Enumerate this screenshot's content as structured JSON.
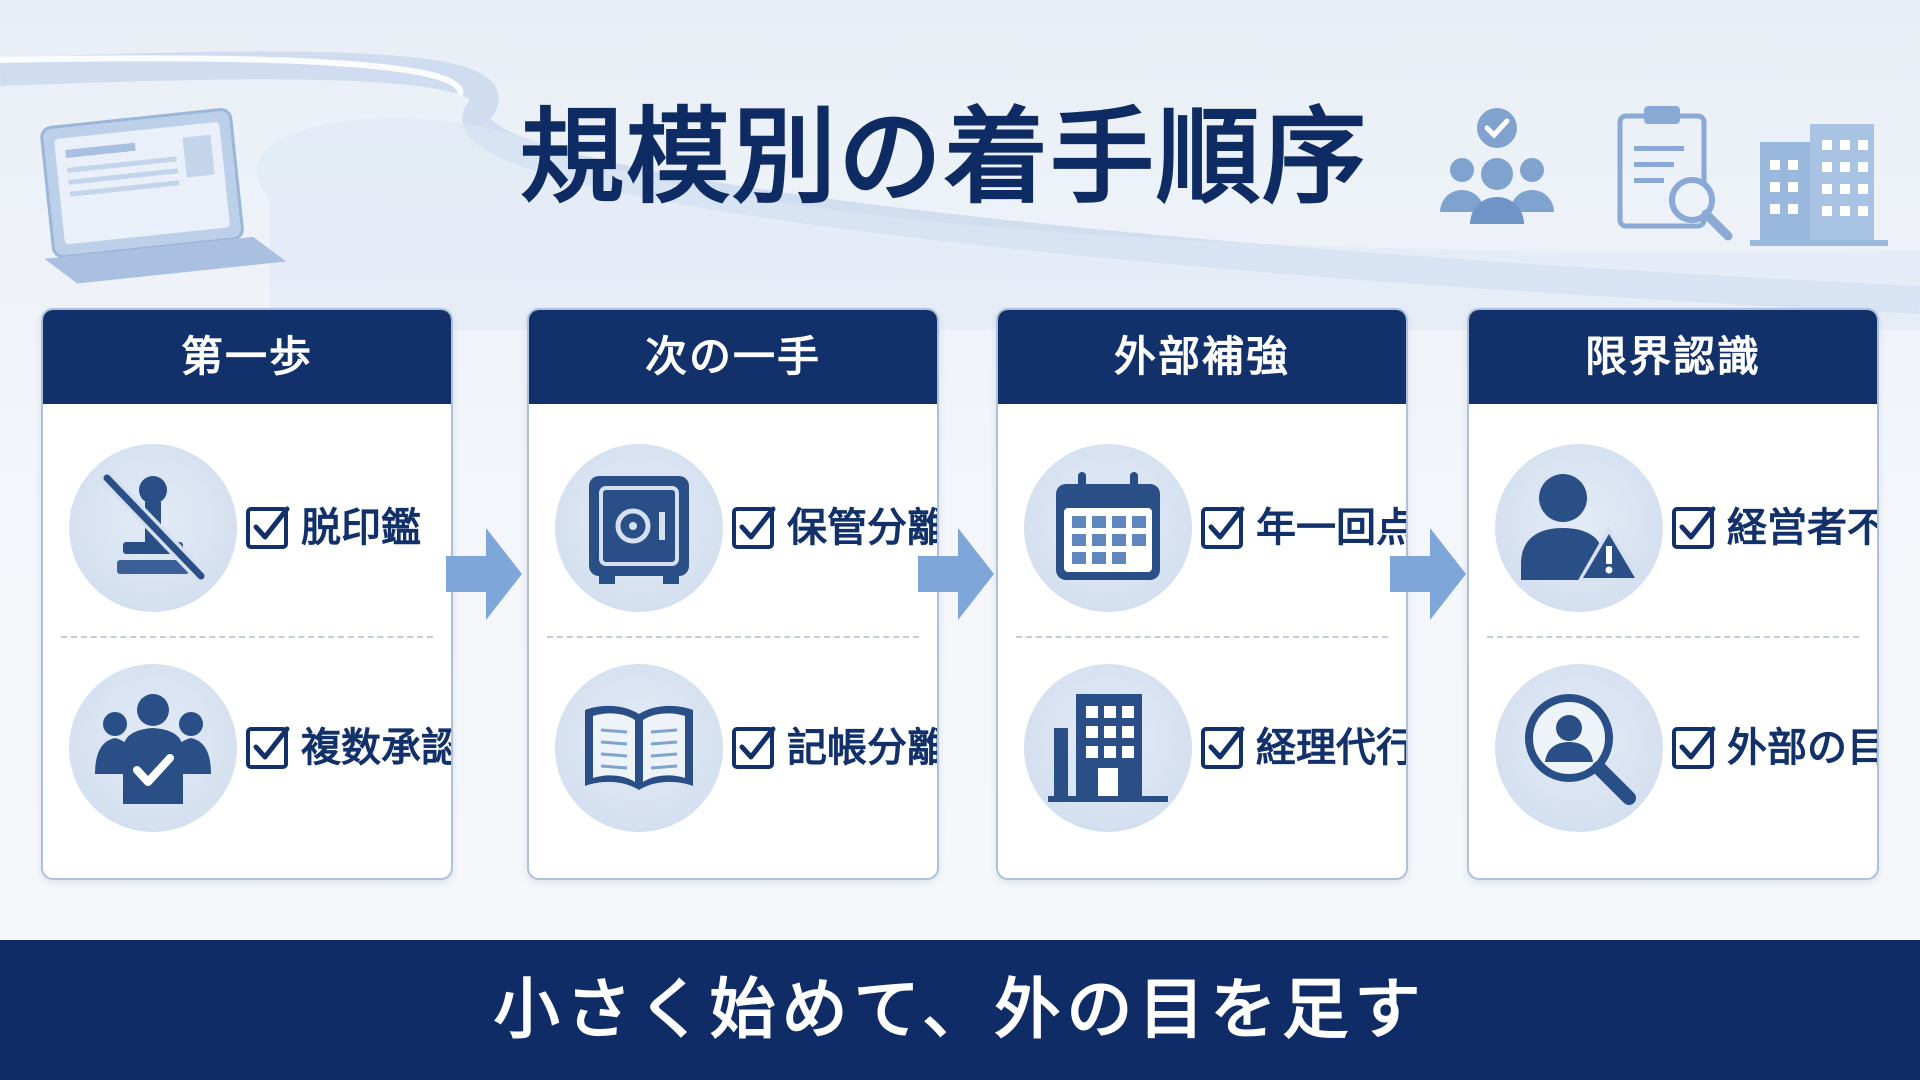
{
  "title": "規模別の着手順序",
  "colors": {
    "navy": "#12306a",
    "icon_fill": "#2a4f86",
    "icon_light": "#7fa2cf",
    "arrow": "#7ea6d8",
    "card_border": "#aec0da"
  },
  "decorations": [
    "laptop-icon",
    "team-check-icon",
    "clipboard-search-icon",
    "office-building-icon"
  ],
  "stages": [
    {
      "heading": "第一歩",
      "items": [
        {
          "label": "脱印鑑",
          "icon": "no-stamp-icon"
        },
        {
          "label": "複数承認",
          "icon": "group-approval-icon"
        }
      ]
    },
    {
      "heading": "次の一手",
      "items": [
        {
          "label": "保管分離",
          "icon": "safe-icon"
        },
        {
          "label": "記帳分離",
          "icon": "open-book-icon"
        }
      ]
    },
    {
      "heading": "外部補強",
      "items": [
        {
          "label": "年一回点検",
          "icon": "calendar-icon"
        },
        {
          "label": "経理代行",
          "icon": "office-building-icon"
        }
      ]
    },
    {
      "heading": "限界認識",
      "items": [
        {
          "label": "経営者不正",
          "icon": "person-warning-icon"
        },
        {
          "label": "外部の目",
          "icon": "magnifier-person-icon"
        }
      ]
    }
  ],
  "footer": "小さく始めて、外の目を足す"
}
